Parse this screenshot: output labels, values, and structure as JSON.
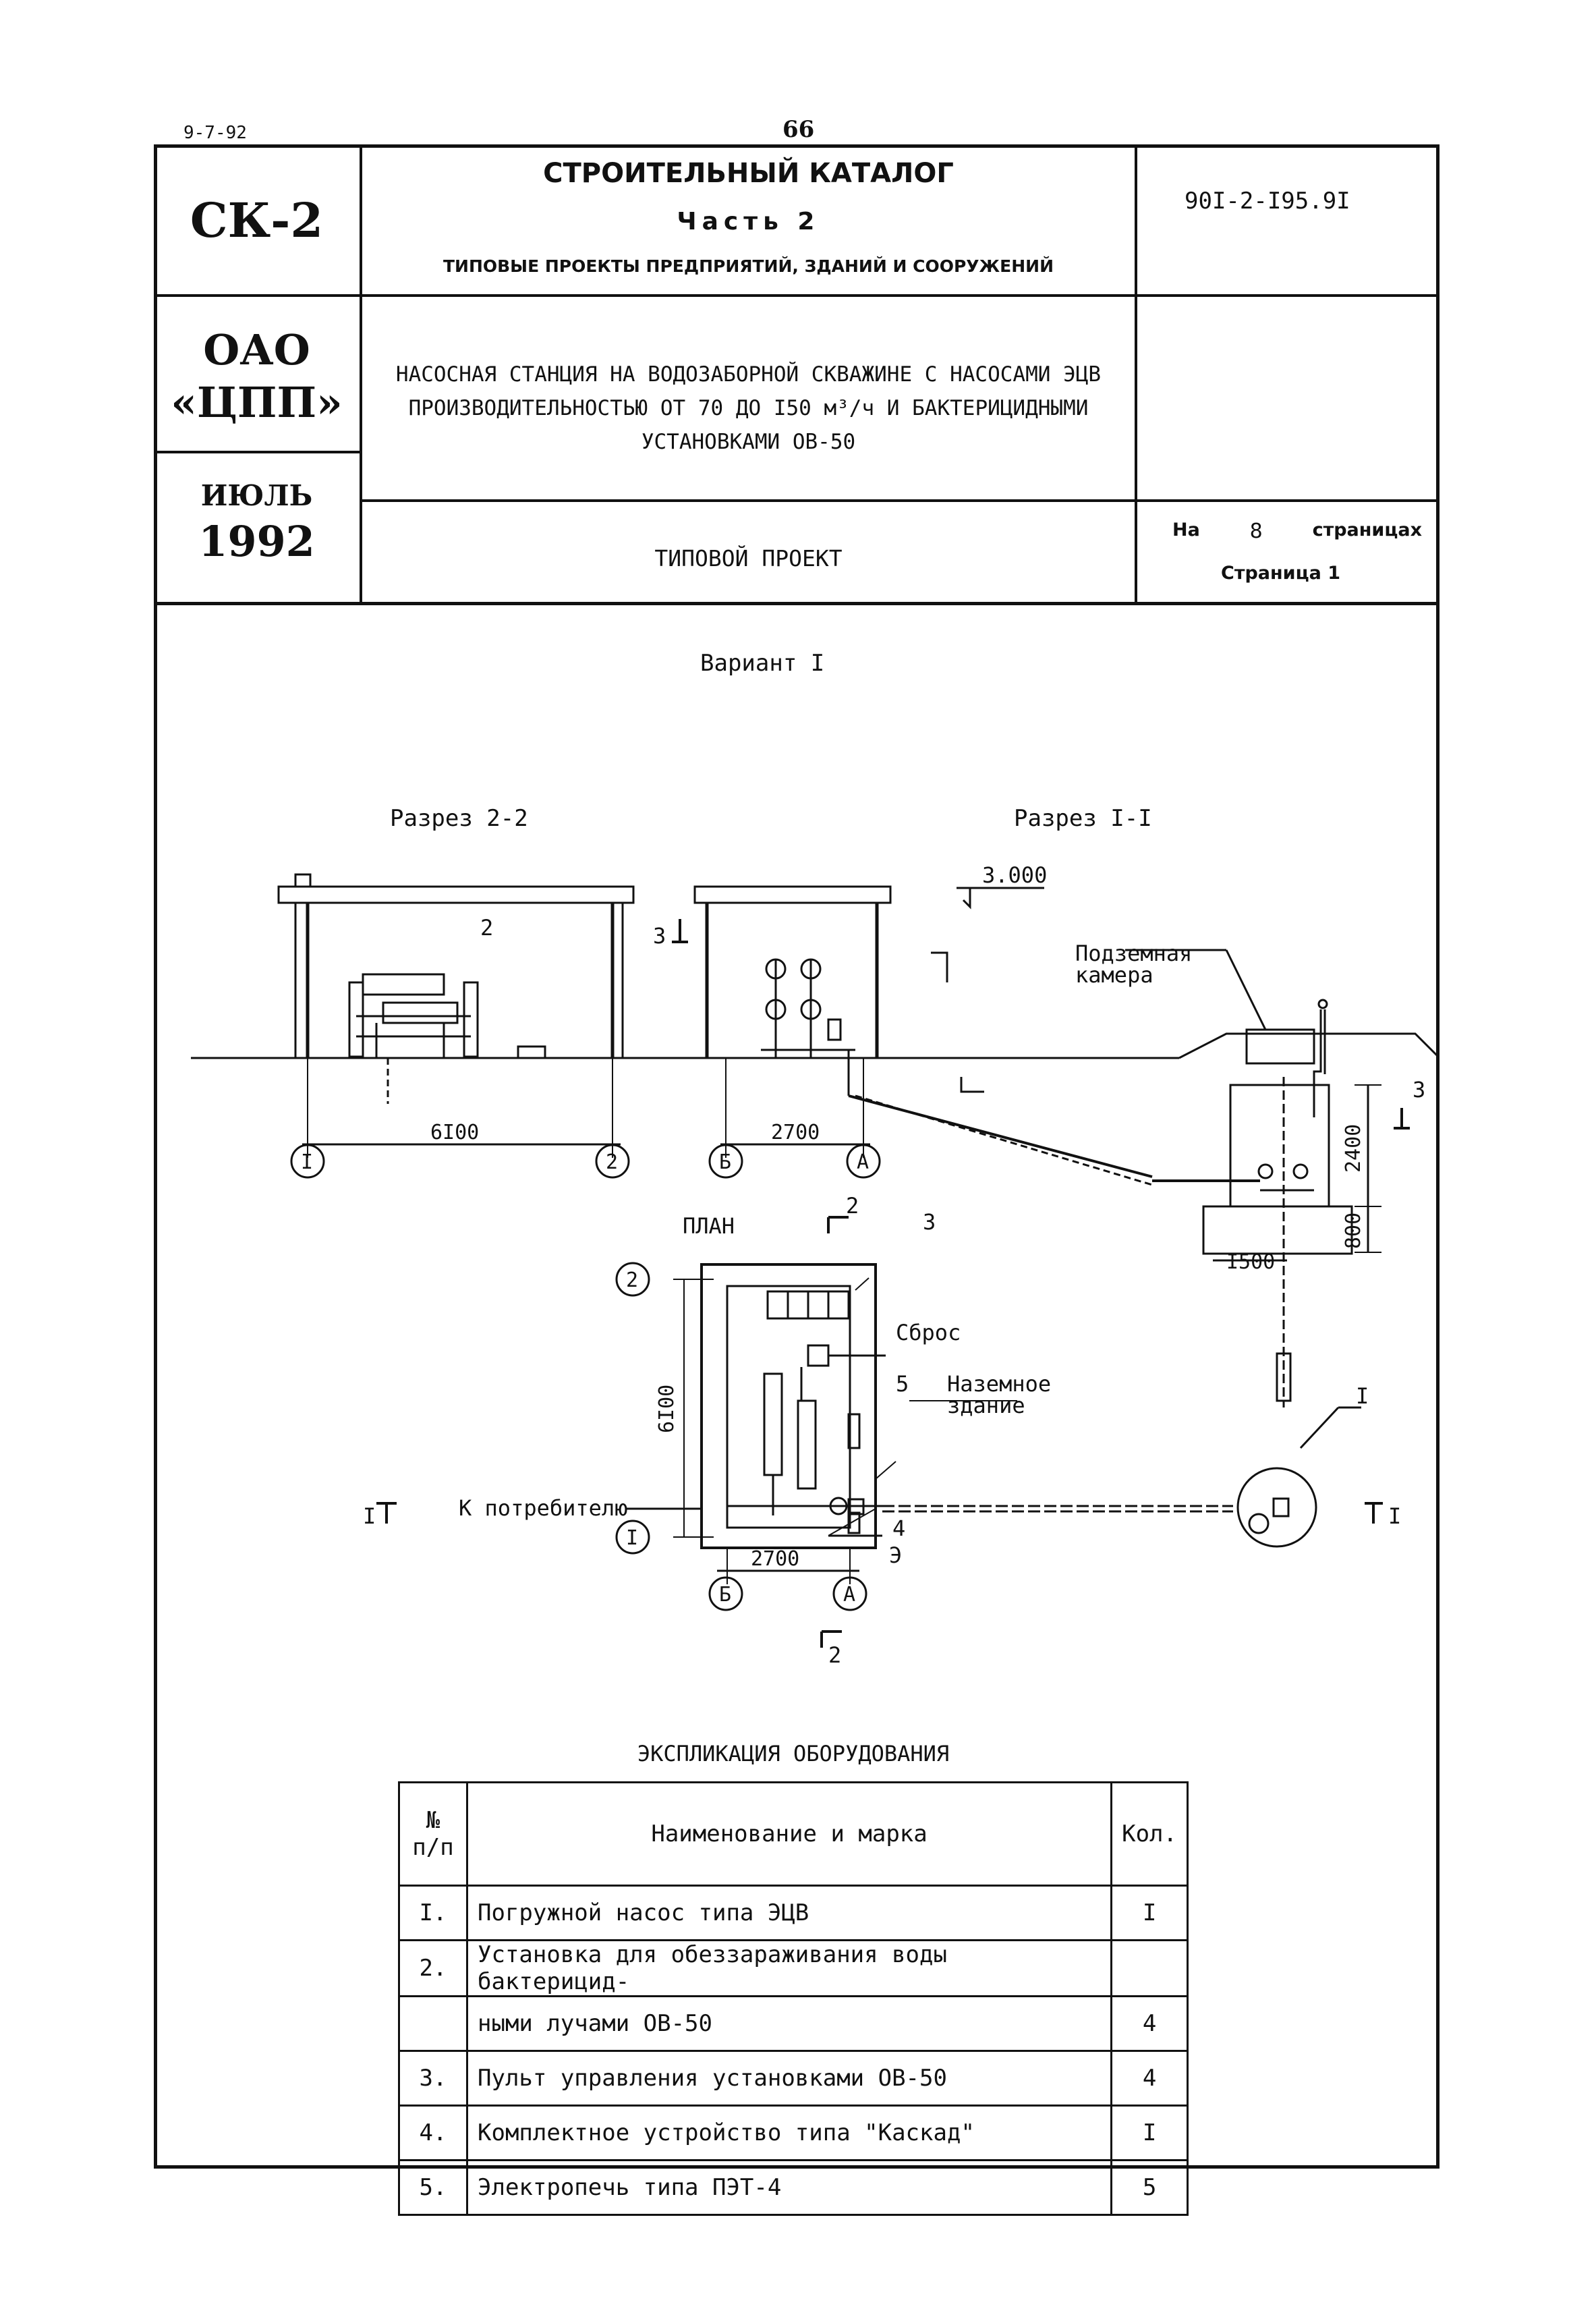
{
  "top": {
    "date_code": "9-7-92",
    "page_number": "66"
  },
  "header": {
    "series": "СК-2",
    "catalog_title": "СТРОИТЕЛЬНЫЙ КАТАЛОГ",
    "part": "Часть 2",
    "subtitle": "ТИПОВЫЕ ПРОЕКТЫ ПРЕДПРИЯТИЙ, ЗДАНИЙ И СООРУЖЕНИЙ",
    "project_code": "90I-2-I95.9I",
    "org_line1": "ОАО",
    "org_line2": "«ЦПП»",
    "month": "ИЮЛЬ",
    "year": "1992",
    "description_line1": "НАСОСНАЯ СТАНЦИЯ НА ВОДОЗАБОРНОЙ СКВАЖИНЕ С НАСОСАМИ ЭЦВ",
    "description_line2": "ПРОИЗВОДИТЕЛЬНОСТЬЮ ОТ 70 ДО I50 м³/ч  И БАКТЕРИЦИДНЫМИ",
    "description_line3": "УСТАНОВКАМИ ОВ-50",
    "doc_type": "ТИПОВОЙ ПРОЕКТ",
    "pages_prefix": "На",
    "pages_count": "8",
    "pages_suffix": "страницах",
    "page_label": "Страница 1"
  },
  "drawing": {
    "variant": "Вариант I",
    "section_2": "Разрез 2-2",
    "section_1": "Разрез I-I",
    "level_mark": "3.000",
    "underground_label_1": "Подземная",
    "underground_label_2": "камера",
    "plan_label": "ПЛАН",
    "discharge": "Сброс",
    "surface_label_1": "Наземное",
    "surface_label_2": "здание",
    "consumer": "К потребителю",
    "electric": "Э",
    "dim_6100": "6I00",
    "dim_2700": "2700",
    "dim_2400": "2400",
    "dim_800": "800",
    "dim_1500": "I500",
    "axis_1": "I",
    "axis_2": "2",
    "axis_a": "А",
    "axis_b": "Б",
    "callout_1": "I",
    "callout_2": "2",
    "callout_3": "3",
    "callout_4": "4",
    "callout_5": "5",
    "cut_I": "I",
    "cut_2": "2",
    "cut_3": "3"
  },
  "explication": {
    "title": "ЭКСПЛИКАЦИЯ ОБОРУДОВАНИЯ",
    "col_num": "№ п/п",
    "col_name": "Наименование и марка",
    "col_qty": "Кол.",
    "rows": [
      {
        "num": "I.",
        "name": "Погружной насос типа ЭЦВ",
        "qty": "I"
      },
      {
        "num": "2.",
        "name": "Установка для обеззараживания воды бактерицид-",
        "qty": ""
      },
      {
        "num": "",
        "name": "ными лучами ОВ-50",
        "qty": "4"
      },
      {
        "num": "3.",
        "name": "Пульт управления установками ОВ-50",
        "qty": "4"
      },
      {
        "num": "4.",
        "name": "Комплектное устройство типа \"Каскад\"",
        "qty": "I"
      },
      {
        "num": "5.",
        "name": "Электропечь типа ПЭТ-4",
        "qty": "5"
      }
    ]
  }
}
